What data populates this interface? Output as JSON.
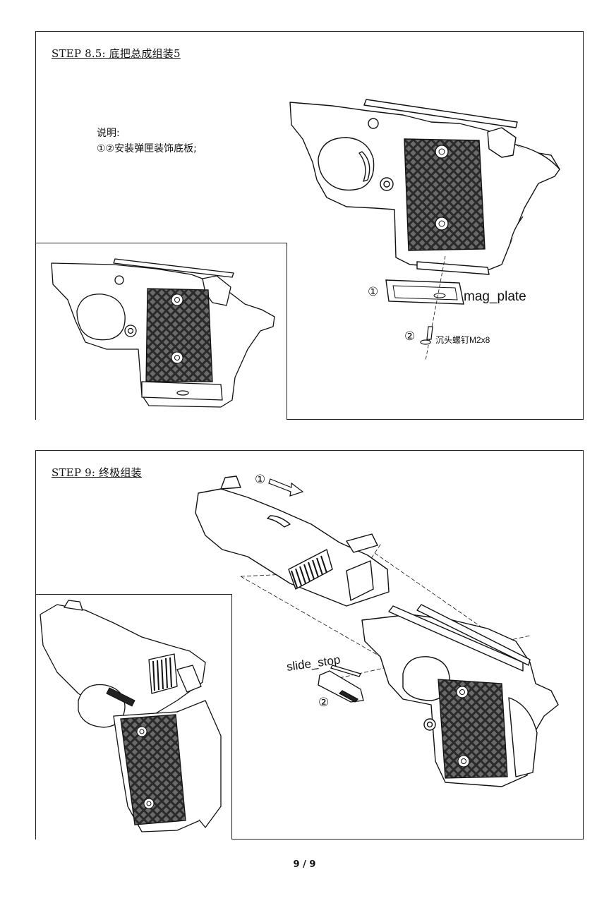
{
  "step_8_5": {
    "title": "STEP 8.5: 底把总成组装5",
    "note_heading": "说明:",
    "note_line": "①②安装弹匣装饰底板;",
    "callout_1": "①",
    "part_1": "mag_plate",
    "callout_2": "②",
    "part_2": "沉头螺钉M2x8"
  },
  "step_9": {
    "title": "STEP 9: 终极组装",
    "callout_1": "①",
    "callout_2": "②",
    "part_2": "slide_stop"
  },
  "footer": {
    "page_number": "9 / 9"
  }
}
